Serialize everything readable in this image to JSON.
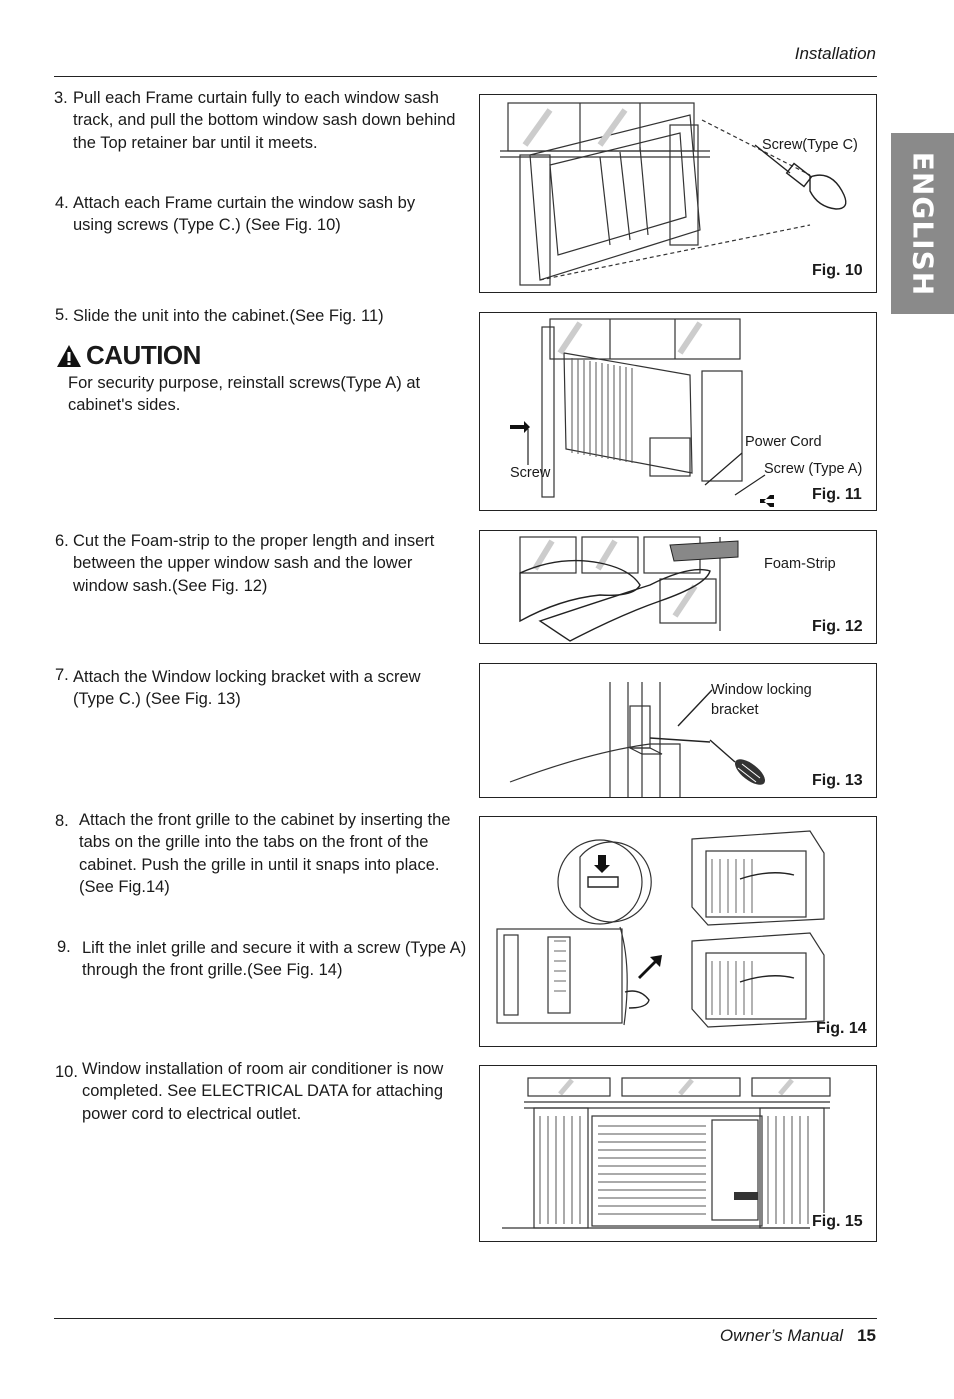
{
  "header": {
    "section": "Installation"
  },
  "side_tab": {
    "label": "ENGLISH"
  },
  "steps": [
    {
      "num": "3.",
      "text": "Pull each Frame curtain fully to each window sash track, and pull the bottom window sash down behind the Top retainer bar until it meets."
    },
    {
      "num": "4.",
      "text": "Attach each Frame curtain the window sash by using screws (Type C.) (See Fig. 10)"
    },
    {
      "num": "5.",
      "text": "Slide the unit into the cabinet.(See Fig. 11)"
    },
    {
      "num": "6.",
      "text": "Cut the Foam-strip to the proper length and insert between the upper window sash and the lower window sash.(See Fig. 12)"
    },
    {
      "num": "7.",
      "text": "Attach the Window locking bracket with a  screw (Type C.) (See Fig. 13)"
    },
    {
      "num": "8.",
      "text": "Attach the front grille to the cabinet by inserting the tabs on the grille into the tabs on the front of the cabinet. Push the grille in until it snaps into place.(See Fig.14)"
    },
    {
      "num": "9.",
      "text": "Lift the inlet grille and secure it with a screw (Type A) through the front grille.(See Fig. 14)"
    },
    {
      "num": "10.",
      "text": "Window installation of room air conditioner is now completed. See ELECTRICAL DATA for attaching power cord to electrical outlet."
    }
  ],
  "caution": {
    "title": "CAUTION",
    "text": "For security purpose, reinstall screws(Type A) at cabinet's sides."
  },
  "figures": {
    "fig10": {
      "caption": "Fig. 10",
      "labels": [
        "Screw(Type C)"
      ]
    },
    "fig11": {
      "caption": "Fig. 11",
      "labels": [
        "Power Cord",
        "Screw",
        "Screw (Type A)"
      ]
    },
    "fig12": {
      "caption": "Fig. 12",
      "labels": [
        "Foam-Strip"
      ]
    },
    "fig13": {
      "caption": "Fig. 13",
      "labels": [
        "Window locking bracket"
      ]
    },
    "fig14": {
      "caption": "Fig. 14",
      "labels": []
    },
    "fig15": {
      "caption": "Fig. 15",
      "labels": []
    }
  },
  "footer": {
    "title": "Owner’s Manual",
    "page": "15"
  }
}
